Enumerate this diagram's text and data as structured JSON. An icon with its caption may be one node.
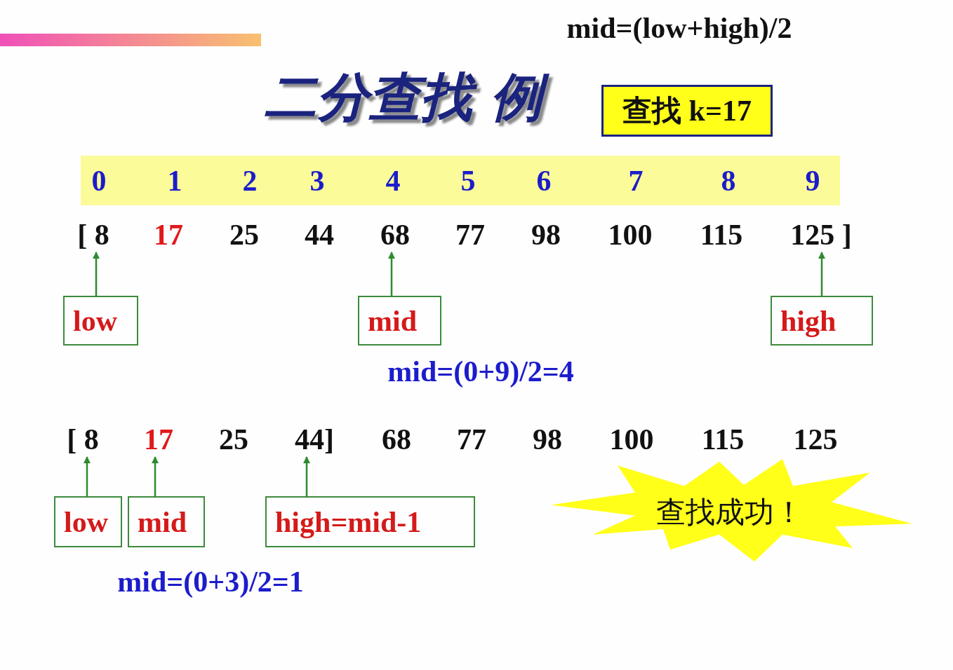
{
  "diagram": {
    "title": "二分查找 例",
    "nodes": [
      {
        "text": [
          "查找 k=17"
        ]
      },
      {
        "text": [
          "0",
          "1",
          "2",
          "3",
          "4",
          "5",
          "6",
          "7",
          "8",
          "9"
        ]
      },
      {
        "text": [
          "[ 8"
        ]
      },
      {
        "text": [
          "17"
        ]
      },
      {
        "text": [
          "25"
        ]
      },
      {
        "text": [
          "44"
        ]
      },
      {
        "text": [
          "68"
        ]
      },
      {
        "text": [
          "77"
        ]
      },
      {
        "text": [
          "98"
        ]
      },
      {
        "text": [
          "100"
        ]
      },
      {
        "text": [
          "115"
        ]
      },
      {
        "text": [
          "125 ]"
        ]
      },
      {
        "text": [
          "[ 8"
        ]
      },
      {
        "text": [
          "17"
        ]
      },
      {
        "text": [
          "25"
        ]
      },
      {
        "text": [
          "44]"
        ]
      },
      {
        "text": [
          "68"
        ]
      },
      {
        "text": [
          "77"
        ]
      },
      {
        "text": [
          "98"
        ]
      },
      {
        "text": [
          "100"
        ]
      },
      {
        "text": [
          "115"
        ]
      },
      {
        "text": [
          "125"
        ]
      },
      {
        "text": [
          "low"
        ]
      },
      {
        "text": [
          "mid"
        ]
      },
      {
        "text": [
          "high"
        ]
      },
      {
        "text": [
          "low"
        ]
      },
      {
        "text": [
          "mid"
        ]
      },
      {
        "text": [
          "high=mid-1"
        ]
      },
      {
        "text": [
          "查找成功！"
        ]
      }
    ],
    "edges": [
      {
        "from": 22,
        "to": 2,
        "arrow": "to"
      },
      {
        "from": 23,
        "to": 6,
        "arrow": "to"
      },
      {
        "from": 24,
        "to": 11,
        "arrow": "to"
      },
      {
        "from": 25,
        "to": 12,
        "arrow": "to"
      },
      {
        "from": 26,
        "to": 13,
        "arrow": "to"
      },
      {
        "from": 27,
        "to": 15,
        "arrow": "to"
      }
    ],
    "labels": [
      "mid=(low+high)/2",
      "mid=(0+9)/2=4",
      "mid=(0+3)/2=1"
    ]
  }
}
